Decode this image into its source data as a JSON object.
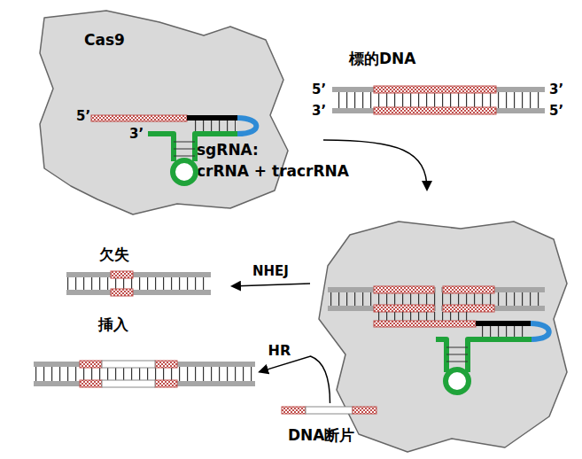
{
  "diagram": {
    "nodes": [
      {
        "text": [
          "Cas9",
          "sgRNA:",
          "crRNA + tracrRNA"
        ]
      },
      {
        "text": [
          "標的DNA"
        ]
      },
      {
        "text": [
          "欠失"
        ]
      },
      {
        "text": [
          "挿入"
        ]
      },
      {
        "text": [
          "DNA断片"
        ]
      }
    ],
    "edges": [
      {
        "from": 4,
        "to": 3,
        "arrow": "to",
        "label": "HR"
      }
    ],
    "labels": [
      "5’",
      "3’",
      "5’",
      "3’",
      "3’",
      "5’",
      "NHEJ"
    ]
  }
}
